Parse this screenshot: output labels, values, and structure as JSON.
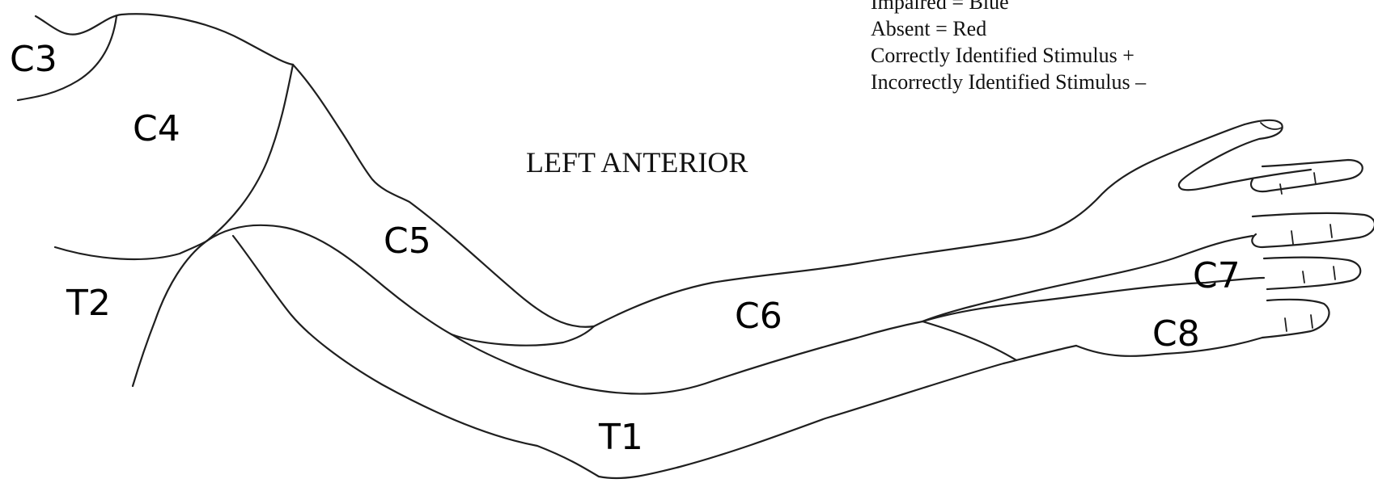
{
  "view_title": "LEFT ANTERIOR",
  "legend": {
    "items": [
      "Impaired = Blue",
      "Absent = Red",
      "Correctly Identified Stimulus +",
      "Incorrectly Identified Stimulus  –"
    ]
  },
  "segments": {
    "c3": "C3",
    "c4": "C4",
    "c5": "C5",
    "c6": "C6",
    "c7": "C7",
    "c8": "C8",
    "t1": "T1",
    "t2": "T2"
  },
  "colors": {
    "outline": "#1f1f1f",
    "label": "#000000",
    "background": "#ffffff"
  }
}
